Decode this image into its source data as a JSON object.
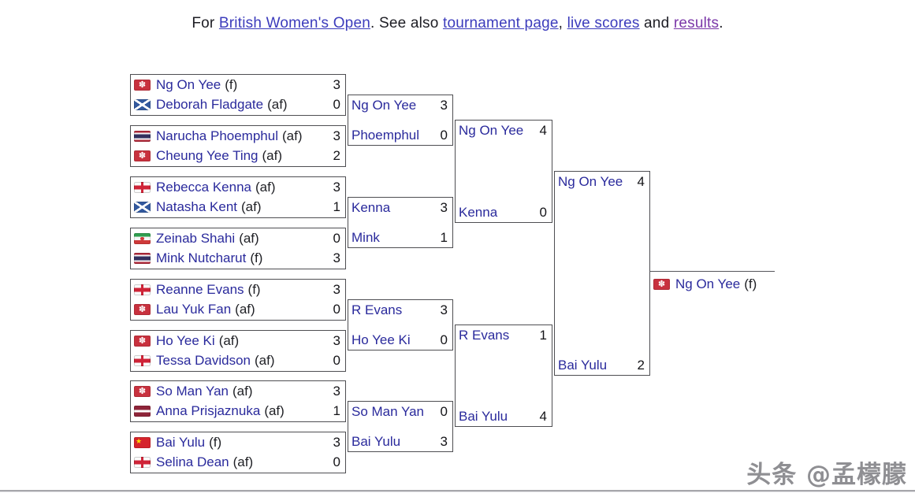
{
  "header": {
    "prefix": "For ",
    "link1": "British Women's Open",
    "mid1": ". See also ",
    "link2": "tournament page",
    "mid2": ", ",
    "link3": "live scores",
    "mid3": " and ",
    "link4": "results",
    "suffix": "."
  },
  "colors": {
    "link_blue": "#3c3cbc",
    "visited_purple": "#7b37a8",
    "player_name_blue": "#2a2a9c",
    "box_border": "#4e4e52"
  },
  "bracket": {
    "r1": [
      {
        "p1": {
          "flag": "hkg",
          "name": "Ng On Yee",
          "suffix": "(f)",
          "score": "3"
        },
        "p2": {
          "flag": "sco",
          "name": "Deborah Fladgate",
          "suffix": "(af)",
          "score": "0"
        }
      },
      {
        "p1": {
          "flag": "tha",
          "name": "Narucha Phoemphul",
          "suffix": "(af)",
          "score": "3"
        },
        "p2": {
          "flag": "hkg",
          "name": "Cheung Yee Ting",
          "suffix": "(af)",
          "score": "2"
        }
      },
      {
        "p1": {
          "flag": "eng",
          "name": "Rebecca Kenna",
          "suffix": "(af)",
          "score": "3"
        },
        "p2": {
          "flag": "sco",
          "name": "Natasha Kent",
          "suffix": "(af)",
          "score": "1"
        }
      },
      {
        "p1": {
          "flag": "irn",
          "name": "Zeinab Shahi",
          "suffix": "(af)",
          "score": "0"
        },
        "p2": {
          "flag": "tha",
          "name": "Mink Nutcharut",
          "suffix": "(f)",
          "score": "3"
        }
      },
      {
        "p1": {
          "flag": "eng",
          "name": "Reanne Evans",
          "suffix": "(f)",
          "score": "3"
        },
        "p2": {
          "flag": "hkg",
          "name": "Lau Yuk Fan",
          "suffix": "(af)",
          "score": "0"
        }
      },
      {
        "p1": {
          "flag": "hkg",
          "name": "Ho Yee Ki",
          "suffix": "(af)",
          "score": "3"
        },
        "p2": {
          "flag": "eng",
          "name": "Tessa Davidson",
          "suffix": "(af)",
          "score": "0"
        }
      },
      {
        "p1": {
          "flag": "hkg",
          "name": "So Man Yan",
          "suffix": "(af)",
          "score": "3"
        },
        "p2": {
          "flag": "lva",
          "name": "Anna Prisjaznuka",
          "suffix": "(af)",
          "score": "1"
        }
      },
      {
        "p1": {
          "flag": "chn",
          "name": "Bai Yulu",
          "suffix": "(f)",
          "score": "3"
        },
        "p2": {
          "flag": "eng",
          "name": "Selina Dean",
          "suffix": "(af)",
          "score": "0"
        }
      }
    ],
    "qf": [
      {
        "p1": {
          "name": "Ng On Yee",
          "score": "3"
        },
        "p2": {
          "name": "Phoemphul",
          "score": "0"
        }
      },
      {
        "p1": {
          "name": "Kenna",
          "score": "3"
        },
        "p2": {
          "name": "Mink",
          "score": "1"
        }
      },
      {
        "p1": {
          "name": "R Evans",
          "score": "3"
        },
        "p2": {
          "name": "Ho Yee Ki",
          "score": "0"
        }
      },
      {
        "p1": {
          "name": "So Man Yan",
          "score": "0"
        },
        "p2": {
          "name": "Bai Yulu",
          "score": "3"
        }
      }
    ],
    "sf": [
      {
        "p1": {
          "name": "Ng On Yee",
          "score": "4"
        },
        "p2": {
          "name": "Kenna",
          "score": "0"
        }
      },
      {
        "p1": {
          "name": "R Evans",
          "score": "1"
        },
        "p2": {
          "name": "Bai Yulu",
          "score": "4"
        }
      }
    ],
    "final": {
      "p1": {
        "name": "Ng On Yee",
        "score": "4"
      },
      "p2": {
        "name": "Bai Yulu",
        "score": "2"
      }
    },
    "winner": {
      "flag": "hkg",
      "name": "Ng On Yee",
      "suffix": "(f)"
    }
  },
  "watermark": "头条 @孟檬朦"
}
